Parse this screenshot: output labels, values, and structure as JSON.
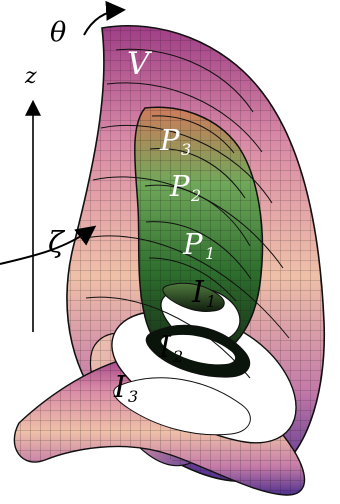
{
  "figure": {
    "labels": {
      "theta": "θ",
      "z": "z",
      "zeta": "ζ",
      "v": "V",
      "p3": "P",
      "p3_sub": "3",
      "p2": "P",
      "p2_sub": "2",
      "p1": "P",
      "p1_sub": "1",
      "i1": "I",
      "i1_sub": "1",
      "i2": "I",
      "i2_sub": "2",
      "i3": "I",
      "i3_sub": "3"
    },
    "colors": {
      "outer_surface_top": "#b34a8f",
      "outer_surface_mid": "#e8b0a0",
      "outer_surface_bottom": "#50308f",
      "inner_surface_top": "#c97a55",
      "inner_surface_mid": "#4f9a4f",
      "inner_surface_bottom": "#1f3f1f",
      "mesh": "#000000",
      "text_dark": "#000000",
      "text_light": "#ffffff"
    }
  }
}
